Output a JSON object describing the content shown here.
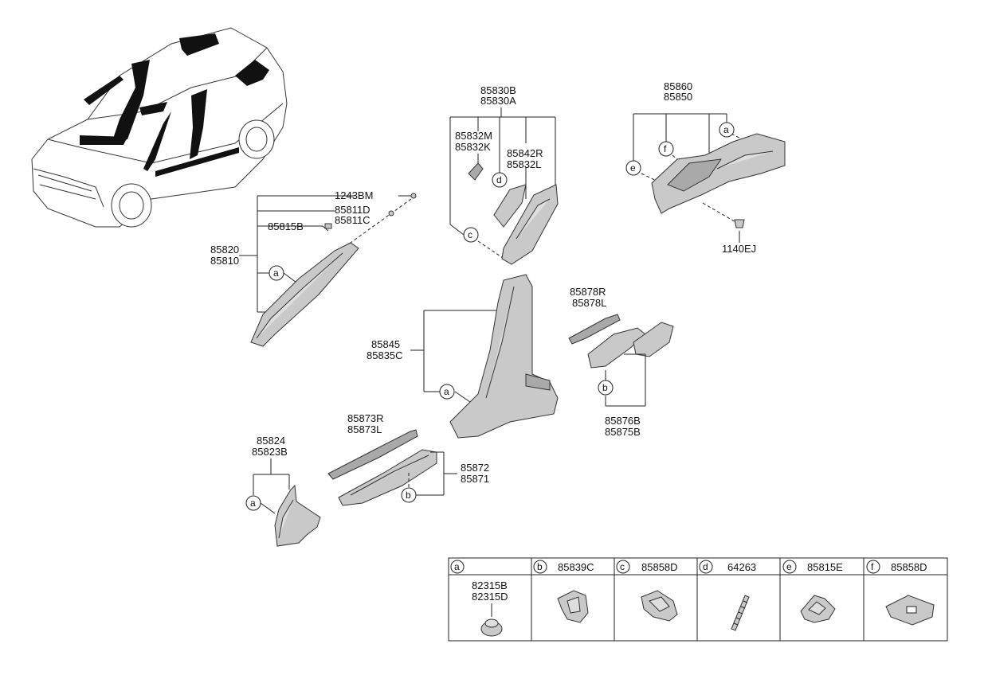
{
  "labels": {
    "p85830B": "85830B",
    "p85830A": "85830A",
    "p85832M": "85832M",
    "p85832K": "85832K",
    "p85842R": "85842R",
    "p85832L": "85832L",
    "p85860": "85860",
    "p85850": "85850",
    "p1140EJ": "1140EJ",
    "p1243BM": "1243BM",
    "p85811D": "85811D",
    "p85811C": "85811C",
    "p85815B": "85815B",
    "p85820": "85820",
    "p85810": "85810",
    "p85878R": "85878R",
    "p85878L": "85878L",
    "p85845": "85845",
    "p85835C": "85835C",
    "p85876B": "85876B",
    "p85875B": "85875B",
    "p85873R": "85873R",
    "p85873L": "85873L",
    "p85824": "85824",
    "p85823B": "85823B",
    "p85872": "85872",
    "p85871": "85871"
  },
  "callouts": {
    "a": "a",
    "b": "b",
    "c": "c",
    "d": "d",
    "e": "e",
    "f": "f"
  },
  "legend": [
    {
      "letter": "a",
      "part": "",
      "parts": [
        "82315B",
        "82315D"
      ]
    },
    {
      "letter": "b",
      "part": "85839C"
    },
    {
      "letter": "c",
      "part": "85858D"
    },
    {
      "letter": "d",
      "part": "64263"
    },
    {
      "letter": "e",
      "part": "85815E"
    },
    {
      "letter": "f",
      "part": "85858D"
    }
  ]
}
